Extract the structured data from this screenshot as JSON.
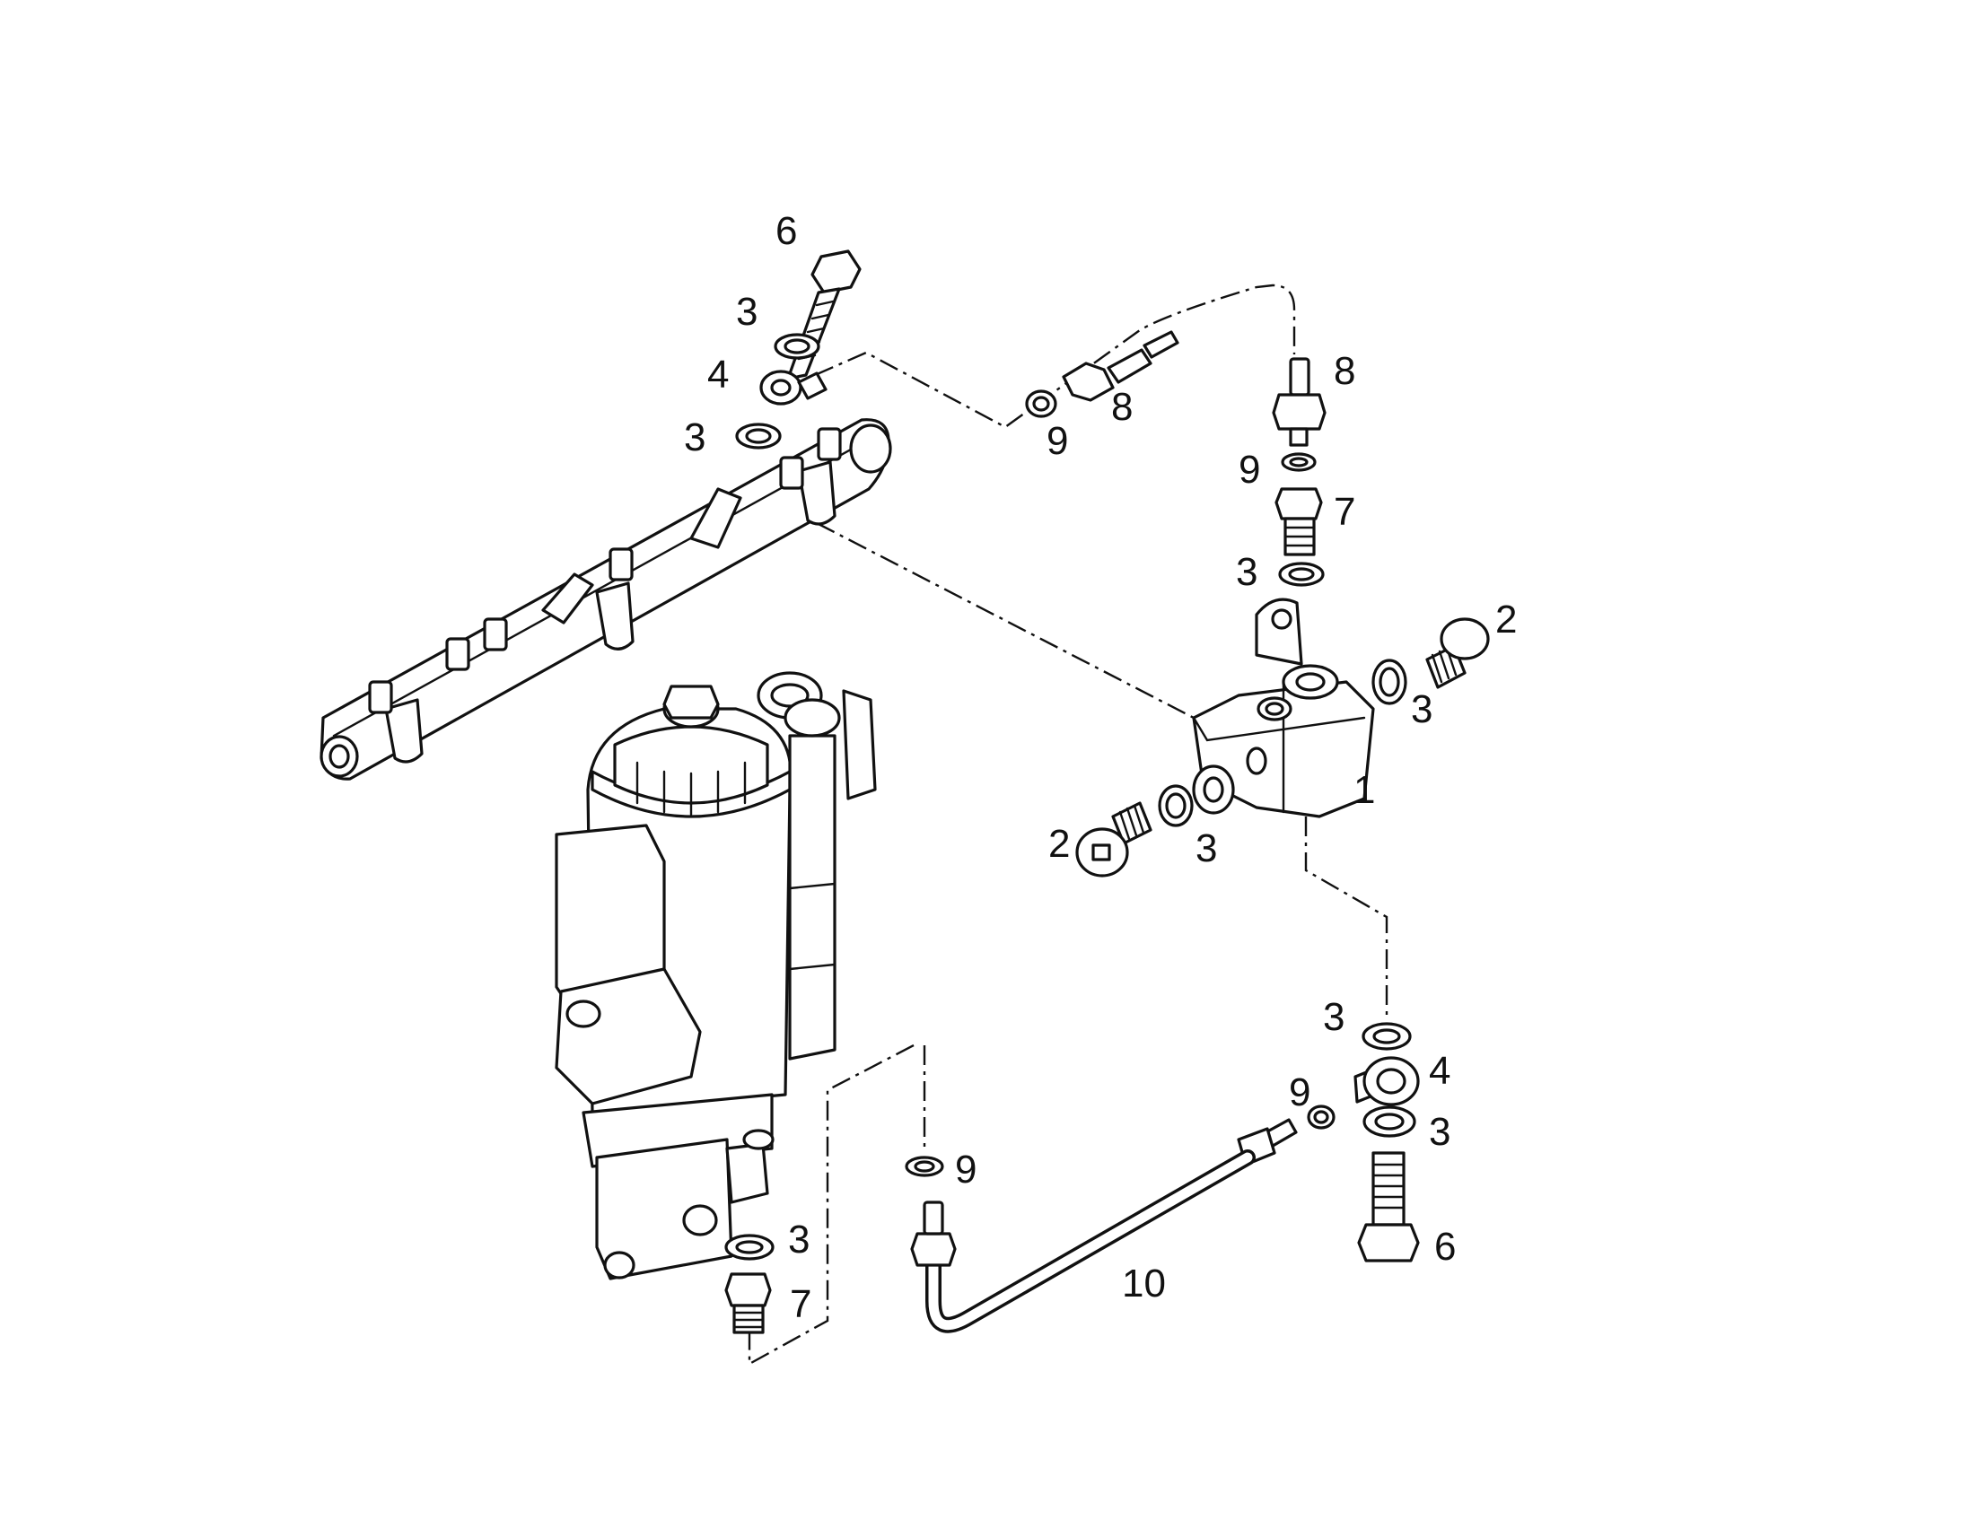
{
  "diagram": {
    "callouts": [
      {
        "id": "c1",
        "text": "6"
      },
      {
        "id": "c2",
        "text": "3"
      },
      {
        "id": "c3",
        "text": "4"
      },
      {
        "id": "c4",
        "text": "3"
      },
      {
        "id": "c5",
        "text": "9"
      },
      {
        "id": "c6",
        "text": "8"
      },
      {
        "id": "c7",
        "text": "8"
      },
      {
        "id": "c8",
        "text": "9"
      },
      {
        "id": "c9",
        "text": "7"
      },
      {
        "id": "c10",
        "text": "3"
      },
      {
        "id": "c11",
        "text": "2"
      },
      {
        "id": "c12",
        "text": "3"
      },
      {
        "id": "c13",
        "text": "1"
      },
      {
        "id": "c14",
        "text": "2"
      },
      {
        "id": "c15",
        "text": "3"
      },
      {
        "id": "c16",
        "text": "3"
      },
      {
        "id": "c17",
        "text": "4"
      },
      {
        "id": "c18",
        "text": "9"
      },
      {
        "id": "c19",
        "text": "3"
      },
      {
        "id": "c20",
        "text": "9"
      },
      {
        "id": "c21",
        "text": "6"
      },
      {
        "id": "c22",
        "text": "3"
      },
      {
        "id": "c23",
        "text": "10"
      },
      {
        "id": "c24",
        "text": "7"
      }
    ]
  }
}
